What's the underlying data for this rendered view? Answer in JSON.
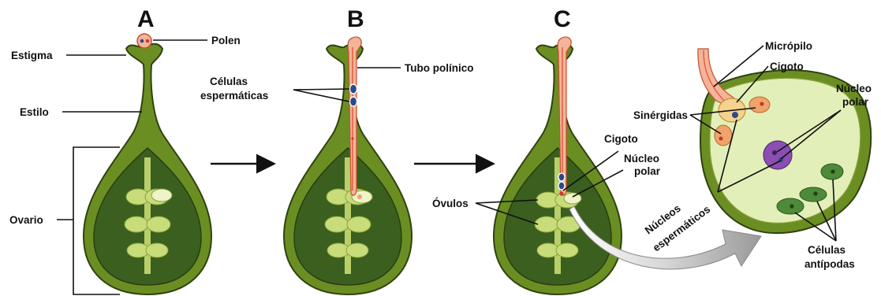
{
  "panels": [
    {
      "id": "A",
      "label": "A"
    },
    {
      "id": "B",
      "label": "B"
    },
    {
      "id": "C",
      "label": "C"
    }
  ],
  "labels": {
    "polen": "Polen",
    "estigma": "Estigma",
    "estilo": "Estilo",
    "ovario": "Ovario",
    "celulas_espermaticas_1": "Células",
    "celulas_espermaticas_2": "espermáticas",
    "tubo_polinico": "Tubo polínico",
    "cigoto_c": "Cigoto",
    "nucleo_polar_c_1": "Núcleo",
    "nucleo_polar_c_2": "polar",
    "ovulos": "Óvulos",
    "micropilo": "Micrópilo",
    "cigoto_zoom": "Cigoto",
    "nucleo_polar_zoom_1": "Núcleo",
    "nucleo_polar_zoom_2": "polar",
    "sinergidas": "Sinérgidas",
    "nucleos_espermaticos_1": "Núcleos",
    "nucleos_espermaticos_2": "espermáticos",
    "celulas_antipodas_1": "Células",
    "celulas_antipodas_2": "antípodas"
  },
  "colors": {
    "outer_green": "#6b8e23",
    "outer_stroke": "#2f4210",
    "ovary_dark": "#3a5f1e",
    "ovule_light": "#c9dc7a",
    "embryo_sac": "#e3efb9",
    "pollen_tube": "#f3b49a",
    "pollen_tube_core": "#e0573a",
    "sperm_nucleus": "#2b4a8a",
    "polar_nucleus": "#8a4fb0",
    "antipodal": "#4e8a3a",
    "synergid": "#f0a36a",
    "zygote": "#f6d28f"
  }
}
